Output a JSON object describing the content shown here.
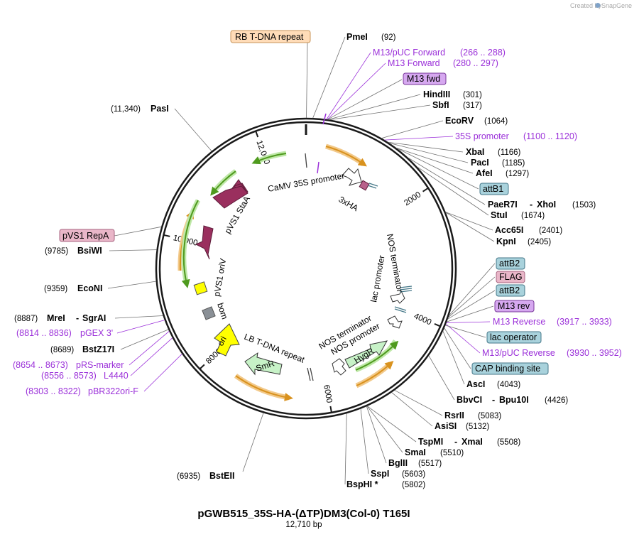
{
  "credit": {
    "prefix": "Created by",
    "brand": "SnapGene"
  },
  "plasmid": {
    "name": "pGWB515_35S-HA-(ΔTP)DM3(Col-0) T165I",
    "size": "12,710 bp",
    "length": 12710
  },
  "ticks": [
    {
      "label": "2000",
      "bp": 2000
    },
    {
      "label": "4000",
      "bp": 4000
    },
    {
      "label": "6000",
      "bp": 6000
    },
    {
      "label": "8000",
      "bp": 8000
    },
    {
      "label": "10,000",
      "bp": 10000
    },
    {
      "label": "12,000",
      "bp": 12000
    }
  ],
  "enzymes": [
    {
      "name": "PmeI",
      "pos": "(92)",
      "bp": 92
    },
    {
      "name": "HindIII",
      "pos": "(301)",
      "bp": 301
    },
    {
      "name": "SbfI",
      "pos": "(317)",
      "bp": 317
    },
    {
      "name": "EcoRV",
      "pos": "(1064)",
      "bp": 1064
    },
    {
      "name": "XbaI",
      "pos": "(1166)",
      "bp": 1166
    },
    {
      "name": "PacI",
      "pos": "(1185)",
      "bp": 1185
    },
    {
      "name": "AfeI",
      "pos": "(1297)",
      "bp": 1297
    },
    {
      "name": "PaeR7I",
      "name2": "XhoI",
      "pos": "(1503)",
      "bp": 1503
    },
    {
      "name": "StuI",
      "pos": "(1674)",
      "bp": 1674
    },
    {
      "name": "Acc65I",
      "pos": "(2401)",
      "bp": 2401
    },
    {
      "name": "KpnI",
      "pos": "(2405)",
      "bp": 2405
    },
    {
      "name": "AscI",
      "pos": "(4043)",
      "bp": 4043
    },
    {
      "name": "BbvCI",
      "name2": "Bpu10I",
      "pos": "(4426)",
      "bp": 4426
    },
    {
      "name": "RsrII",
      "pos": "(5083)",
      "bp": 5083
    },
    {
      "name": "AsiSI",
      "pos": "(5132)",
      "bp": 5132
    },
    {
      "name": "TspMI",
      "name2": "XmaI",
      "pos": "(5508)",
      "bp": 5508
    },
    {
      "name": "SmaI",
      "pos": "(5510)",
      "bp": 5510
    },
    {
      "name": "BglII",
      "pos": "(5517)",
      "bp": 5517
    },
    {
      "name": "SspI",
      "pos": "(5603)",
      "bp": 5603
    },
    {
      "name": "BspHI *",
      "pos": "(5802)",
      "bp": 5802
    },
    {
      "name": "BstEII",
      "pos": "(6935)",
      "bp": 6935
    },
    {
      "name": "BstZ17I",
      "pos": "(8689)",
      "bp": 8689
    },
    {
      "name": "MreI",
      "name2": "SgrAI",
      "pos": "(8887)",
      "bp": 8887
    },
    {
      "name": "EcoNI",
      "pos": "(9359)",
      "bp": 9359
    },
    {
      "name": "BsiWI",
      "pos": "(9785)",
      "bp": 9785
    },
    {
      "name": "PasI",
      "pos": "(11,340)",
      "bp": 11340
    }
  ],
  "primers": [
    {
      "name": "M13/pUC Forward",
      "pos": "(266 .. 288)",
      "bp": 277
    },
    {
      "name": "M13 Forward",
      "pos": "(280 .. 297)",
      "bp": 288
    },
    {
      "name": "35S promoter",
      "pos": "(1100 .. 1120)",
      "bp": 1110
    },
    {
      "name": "M13 Reverse",
      "pos": "(3917 .. 3933)",
      "bp": 3925
    },
    {
      "name": "M13/pUC Reverse",
      "pos": "(3930 .. 3952)",
      "bp": 3941
    },
    {
      "name": "pGEX 3'",
      "pos": "(8814 .. 8836)",
      "bp": 8825
    },
    {
      "name": "pRS-marker",
      "pos": "(8654 .. 8673)",
      "bp": 8663
    },
    {
      "name": "L4440",
      "pos": "(8556 .. 8573)",
      "bp": 8564
    },
    {
      "name": "pBR322ori-F",
      "pos": "(8303 .. 8322)",
      "bp": 8312
    }
  ],
  "boxed": [
    {
      "name": "RB T-DNA repeat",
      "fill": "#ffdcb8",
      "stroke": "#c8955a",
      "bp": 5
    },
    {
      "name": "M13 fwd",
      "fill": "#d6a8f0",
      "stroke": "#7a3a9a",
      "bp": 290
    },
    {
      "name": "attB1",
      "fill": "#a9d2dc",
      "stroke": "#447788",
      "bp": 1300
    },
    {
      "name": "attB2",
      "fill": "#a9d2dc",
      "stroke": "#447788",
      "bp": 3820
    },
    {
      "name": "FLAG",
      "fill": "#e9b6c8",
      "stroke": "#a86480",
      "bp": 3845
    },
    {
      "name": "attB2",
      "fill": "#a9d2dc",
      "stroke": "#447788",
      "bp": 3870
    },
    {
      "name": "M13 rev",
      "fill": "#d6a8f0",
      "stroke": "#7a3a9a",
      "bp": 3910
    },
    {
      "name": "lac operator",
      "fill": "#a9d2dc",
      "stroke": "#447788",
      "bp": 3960
    },
    {
      "name": "CAP binding site",
      "fill": "#a9d2dc",
      "stroke": "#447788",
      "bp": 4000
    },
    {
      "name": "pVS1 RepA",
      "fill": "#e9b6c8",
      "stroke": "#a86480",
      "bp": 10100
    }
  ],
  "features": {
    "camv": "CaMV 35S promoter",
    "ha": "3xHA",
    "lac_promoter": "lac promoter",
    "nos_term1": "NOS terminator",
    "nos_term2": "NOS terminator",
    "nos_prom": "NOS promoter",
    "hygr": "HygR",
    "lb": "LB T-DNA repeat",
    "smr": "SmR",
    "ori": "ori",
    "bom": "bom",
    "oriv": "pVS1 oriV",
    "staa": "pVS1 StaA"
  },
  "colors": {
    "backbone": "#1a1a1a",
    "orange_arc": "#d9921e",
    "green_arc": "#4f9a1e",
    "maroon": "#9a2f5e",
    "marker_green": "#c7f2c7",
    "marker_stroke": "#333333",
    "ori_yellow": "#ffff00",
    "bom_gray": "#8a9096",
    "primer": "#9b30d9"
  }
}
